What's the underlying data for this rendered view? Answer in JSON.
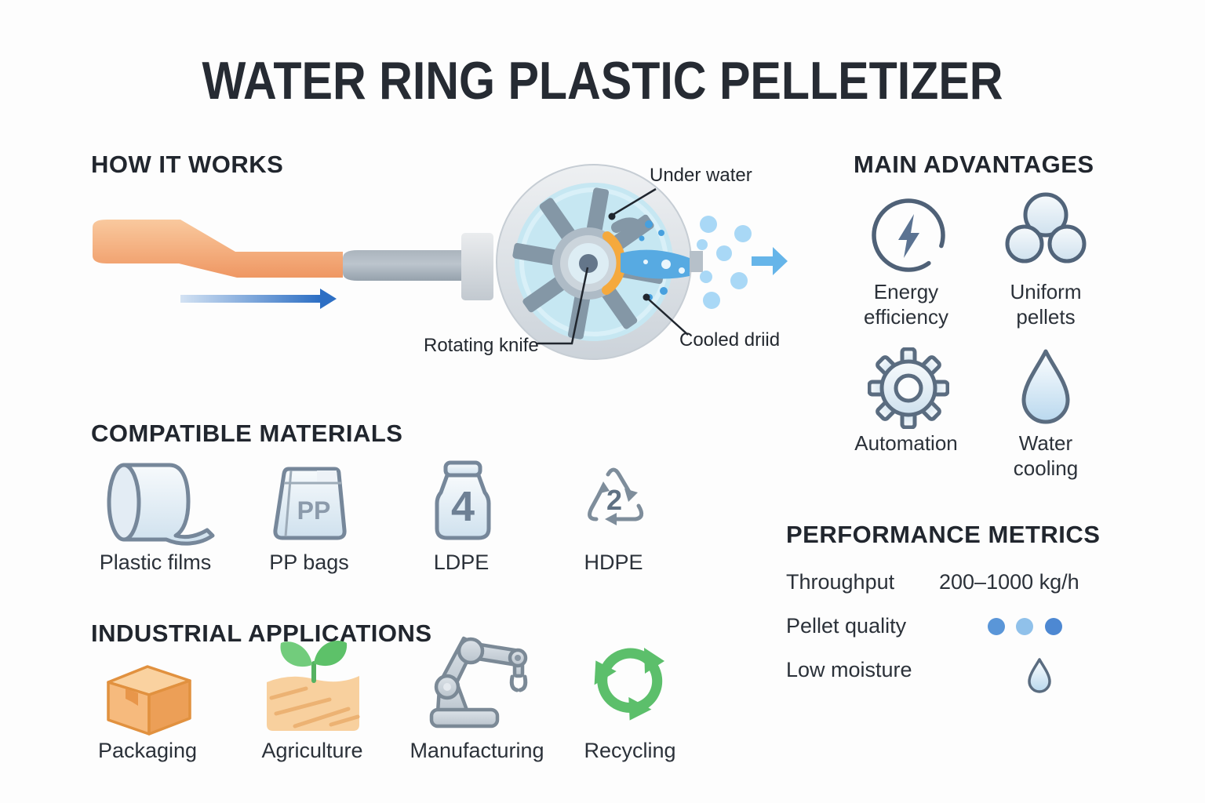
{
  "title": "WATER RING PLASTIC PELLETIZER",
  "how_it_works": {
    "heading": "HOW IT WORKS",
    "callouts": {
      "under_water": "Under water",
      "rotating_knife": "Rotating knife",
      "cooled_dried": "Cooled driid"
    }
  },
  "main_advantages": {
    "heading": "MAIN ADVANTAGES",
    "items": [
      {
        "label": "Energy efficiency",
        "icon": "lightning-circle-icon"
      },
      {
        "label": "Uniform pellets",
        "icon": "pellets-icon"
      },
      {
        "label": "Automation",
        "icon": "gear-icon"
      },
      {
        "label": "Water cooling",
        "icon": "water-drop-icon"
      }
    ]
  },
  "compatible_materials": {
    "heading": "COMPATIBLE MATERIALS",
    "items": [
      {
        "label": "Plastic films",
        "icon": "film-roll-icon",
        "badge": ""
      },
      {
        "label": "PP bags",
        "icon": "bag-icon",
        "badge": "PP"
      },
      {
        "label": "LDPE",
        "icon": "jug-icon",
        "badge": "4"
      },
      {
        "label": "HDPE",
        "icon": "recycling-code-icon",
        "badge": "2"
      }
    ]
  },
  "industrial_applications": {
    "heading": "INDUSTRIAL APPLICATIONS",
    "items": [
      {
        "label": "Packaging",
        "icon": "box-icon"
      },
      {
        "label": "Agriculture",
        "icon": "sprout-icon"
      },
      {
        "label": "Manufacturing",
        "icon": "robot-arm-icon"
      },
      {
        "label": "Recycling",
        "icon": "recycle-icon"
      }
    ]
  },
  "performance_metrics": {
    "heading": "PERFORMANCE METRICS",
    "rows": [
      {
        "label": "Throughput",
        "value": "200–1000 kg/h"
      },
      {
        "label": "Pellet quality",
        "value": ""
      },
      {
        "label": "Low moisture",
        "value": ""
      }
    ],
    "pellet_quality_dots": [
      "#5a96d8",
      "#90c1ea",
      "#4d88d2"
    ],
    "low_moisture_icon": "water-drop-icon"
  },
  "colors": {
    "title_text": "#262b33",
    "heading_text": "#21262e",
    "body_text": "#2b3139",
    "melt_orange": "#f09763",
    "die_arc_orange": "#f5a93d",
    "water_blue": "#57aae2",
    "pellet_blue": "#a9d8f6",
    "chamber_blue": "#c6e7f2",
    "steel_gray": "#9aa6b0",
    "knife_gray": "#8497a6",
    "icon_outline_slate": "#5a6c80",
    "material_outline_slate": "#76879a",
    "recycle_green": "#5cbf6b",
    "box_orange": "#f6ba7d",
    "flow_arrow_blue": "#2d6fc4"
  }
}
